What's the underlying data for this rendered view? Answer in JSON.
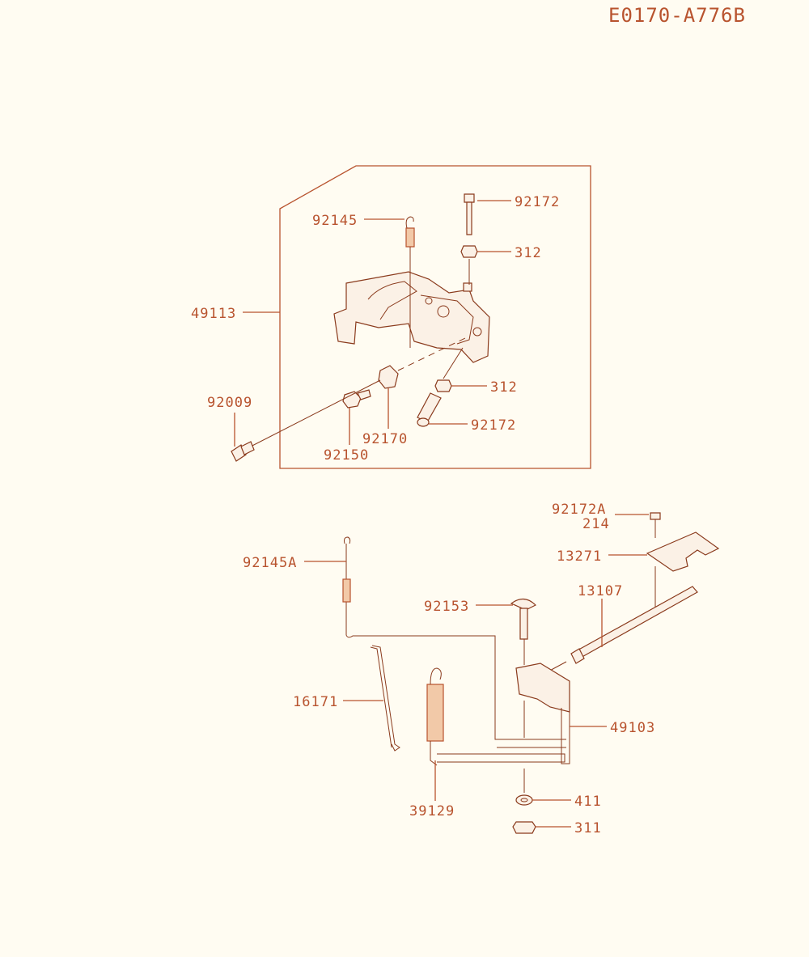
{
  "diagram_code": "E0170-A776B",
  "labels": [
    {
      "id": "92172-top",
      "text": "92172"
    },
    {
      "id": "92145",
      "text": "92145"
    },
    {
      "id": "312-top",
      "text": "312"
    },
    {
      "id": "49113",
      "text": "49113"
    },
    {
      "id": "312-mid",
      "text": "312"
    },
    {
      "id": "92009",
      "text": "92009"
    },
    {
      "id": "92172-mid",
      "text": "92172"
    },
    {
      "id": "92170",
      "text": "92170"
    },
    {
      "id": "92150",
      "text": "92150"
    },
    {
      "id": "92172A",
      "text": "92172A"
    },
    {
      "id": "214",
      "text": "214"
    },
    {
      "id": "13271",
      "text": "13271"
    },
    {
      "id": "92145A",
      "text": "92145A"
    },
    {
      "id": "13107",
      "text": "13107"
    },
    {
      "id": "92153",
      "text": "92153"
    },
    {
      "id": "16171",
      "text": "16171"
    },
    {
      "id": "49103",
      "text": "49103"
    },
    {
      "id": "39129",
      "text": "39129"
    },
    {
      "id": "411",
      "text": "411"
    },
    {
      "id": "311",
      "text": "311"
    }
  ]
}
